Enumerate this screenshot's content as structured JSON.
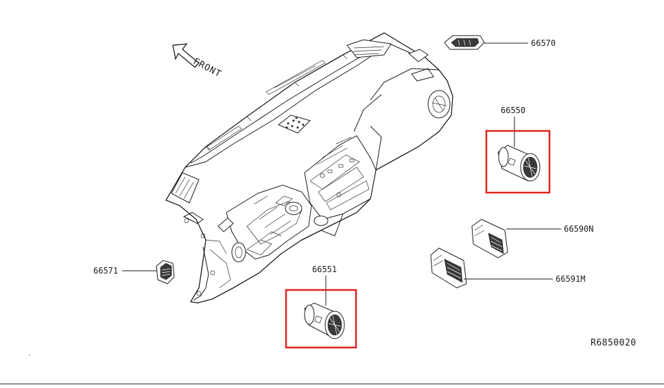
{
  "diagram": {
    "front_label": "FRONT",
    "reference_code": "R6850020",
    "highlight_color": "#e0221b",
    "parts": [
      {
        "id": "p66570",
        "number": "66570"
      },
      {
        "id": "p66550",
        "number": "66550"
      },
      {
        "id": "p66590n",
        "number": "66590N"
      },
      {
        "id": "p66591m",
        "number": "66591M"
      },
      {
        "id": "p66571",
        "number": "66571"
      },
      {
        "id": "p66551",
        "number": "66551"
      }
    ]
  }
}
